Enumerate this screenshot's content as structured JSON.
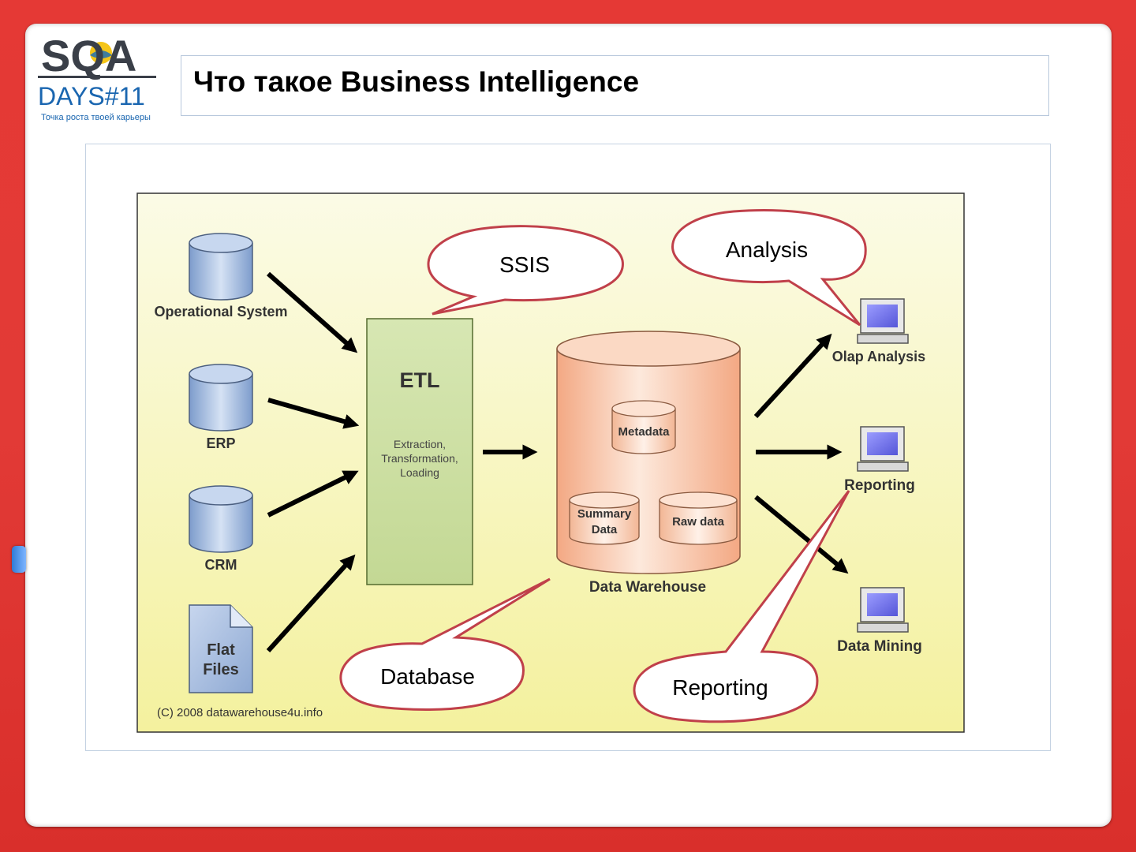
{
  "slide": {
    "title": "Что такое Business Intelligence",
    "logo": {
      "top_text": "SQA",
      "bottom_text": "DAYS#11",
      "tagline": "Точка роста твоей карьеры"
    }
  },
  "diagram": {
    "sources": {
      "operational": "Operational System",
      "erp": "ERP",
      "crm": "CRM",
      "flat_line1": "Flat",
      "flat_line2": "Files"
    },
    "etl": {
      "title": "ETL",
      "line1": "Extraction,",
      "line2": "Transformation,",
      "line3": "Loading"
    },
    "warehouse": {
      "label": "Data Warehouse",
      "metadata": "Metadata",
      "summary_line1": "Summary",
      "summary_line2": "Data",
      "raw": "Raw data"
    },
    "outputs": {
      "olap": "Olap Analysis",
      "reporting": "Reporting",
      "mining": "Data Mining"
    },
    "copyright": "(C) 2008 datawarehouse4u.info",
    "callouts": {
      "ssis": "SSIS",
      "analysis": "Analysis",
      "database": "Database",
      "reporting": "Reporting"
    }
  },
  "colors": {
    "background_red": "#e53935",
    "diagram_bg_top": "#fbfbe4",
    "diagram_bg_bottom": "#f3f09a",
    "cylinder_blue": "#9fb8dc",
    "etl_green": "#cddfa5",
    "warehouse_peach": "#f6c3a4",
    "callout_stroke": "#c0404a"
  }
}
